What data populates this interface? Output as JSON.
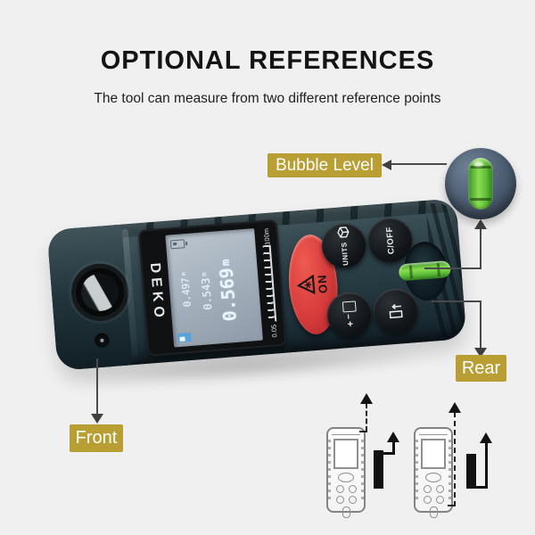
{
  "header": {
    "title": "OPTIONAL REFERENCES",
    "subtitle": "The tool can measure from two different reference points"
  },
  "callouts": {
    "bubble_level": "Bubble Level",
    "rear": "Rear",
    "front": "Front"
  },
  "device": {
    "brand": "DEKO",
    "display": {
      "readings": [
        {
          "value": "0.497",
          "unit": "m"
        },
        {
          "value": "0.543",
          "unit": "m"
        },
        {
          "value": "0.569",
          "unit": "m"
        }
      ],
      "range_min": "0.05",
      "range_max": "100m"
    },
    "buttons": {
      "on": {
        "label": "ON",
        "icon": "laser-warning-triangle-icon"
      },
      "units": {
        "label": "UNITS",
        "icon": "units-cube-icon"
      },
      "c_off": {
        "label": "C/OFF"
      },
      "plus_minus": {
        "plus": "+",
        "minus": "−",
        "icon": "screen-icon"
      },
      "reference": {
        "icon": "reference-box-arrow-icon"
      }
    },
    "features": {
      "lens": "lens",
      "laser_aperture": "laser-aperture",
      "bubble_level": "bubble-level-vial",
      "battery": "battery-icon",
      "reference_indicator": "reference-indicator-icon"
    }
  },
  "diagrams": {
    "front_reference": "measure-from-front-diagram",
    "rear_reference": "measure-from-rear-diagram"
  },
  "colors": {
    "background": "#f0f0f1",
    "label_bg": "#b89e33",
    "label_text": "#ffffff",
    "device_body": "#2e434a",
    "on_button_red": "#d63b3b",
    "lcd_screen": "#a2aeba",
    "vial_green": "#79d244",
    "connector": "#3f3f3f"
  }
}
